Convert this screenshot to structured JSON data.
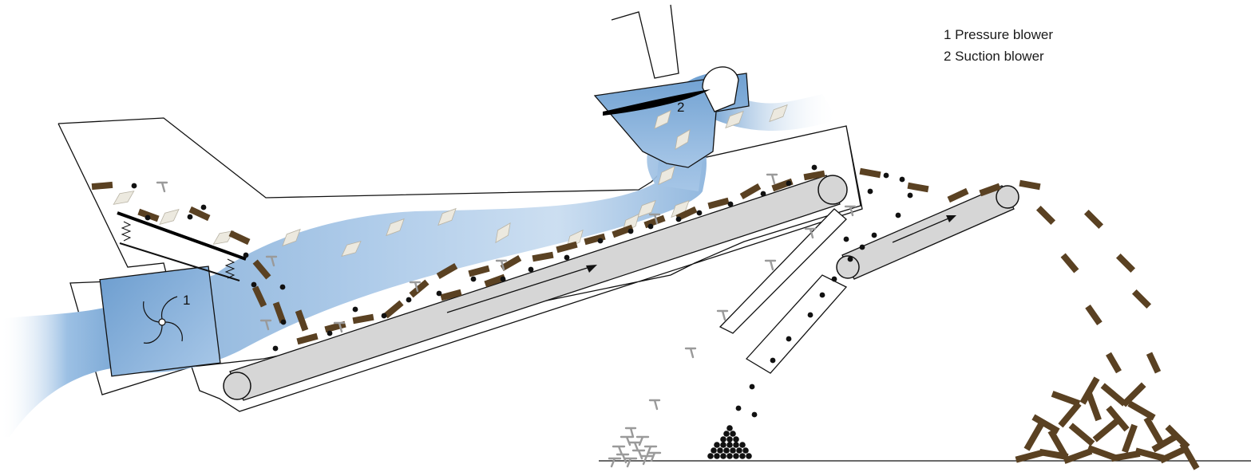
{
  "legend": [
    "1 Pressure blower",
    "2 Suction blower"
  ],
  "blower_labels": {
    "pressure": "1",
    "suction": "2"
  },
  "colors": {
    "air_stream": "#8fb5dd",
    "wood": "#5a4122",
    "belt": "#d6d6d6",
    "paper": "#ece9df",
    "nails": "#9a9a9a",
    "stones": "#111111",
    "outline": "#111111"
  }
}
